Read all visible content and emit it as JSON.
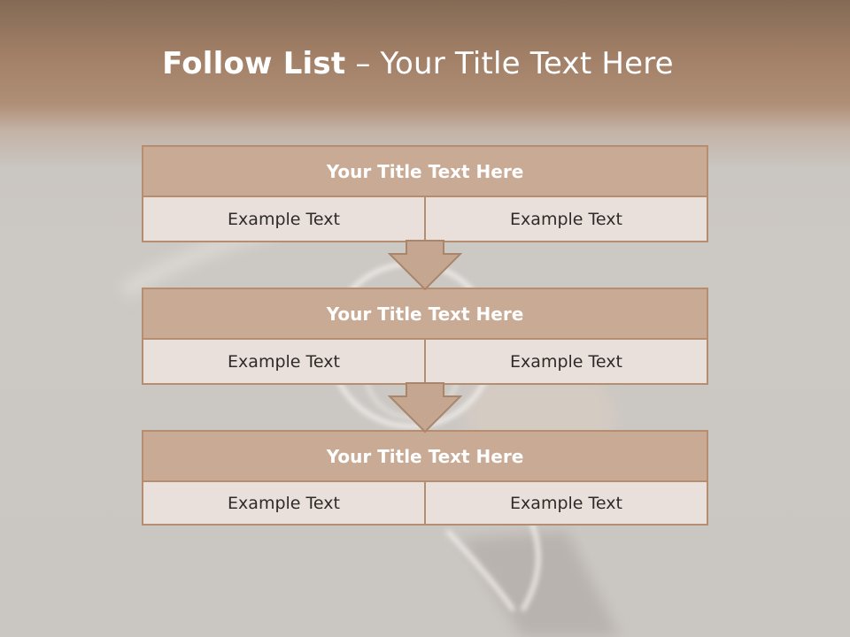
{
  "slide": {
    "title_bold": "Follow List",
    "title_separator": " – ",
    "title_rest": "Your Title Text Here"
  },
  "colors": {
    "header_band": "#a88770",
    "block_border": "#b58d70",
    "block_header": "#c9aa94",
    "block_cell": "#e9e0dc",
    "arrow_fill": "#c5a690"
  },
  "blocks": [
    {
      "title": "Your Title Text Here",
      "left": "Example Text",
      "right": "Example Text"
    },
    {
      "title": "Your Title Text Here",
      "left": "Example Text",
      "right": "Example Text"
    },
    {
      "title": "Your Title Text Here",
      "left": "Example Text",
      "right": "Example Text"
    }
  ]
}
